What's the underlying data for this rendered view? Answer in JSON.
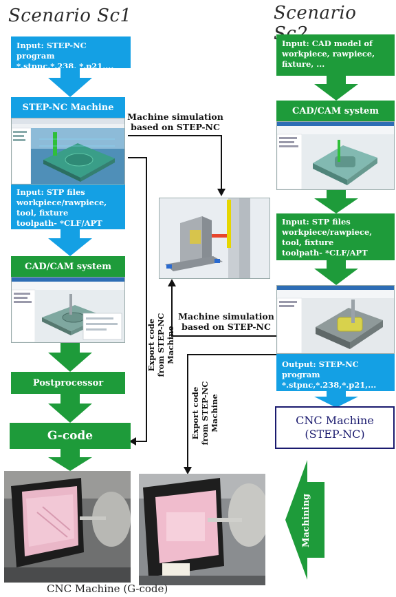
{
  "titles": {
    "sc1": "Scenario Sc1",
    "sc2": "Scenario Sc2"
  },
  "sc1": {
    "input": "Input: STEP-NC program\n*.stpnc,*.238, *.p21,...",
    "stepnc_machine": "STEP-NC Machine",
    "stp_files": "Input: STP files\nworkpiece/rawpiece,\ntool, fixture\ntoolpath- *CLF/APT",
    "cadcam": "CAD/CAM system",
    "postprocessor": "Postprocessor",
    "gcode": "G-code"
  },
  "sc2": {
    "input": "Input: CAD model of\nworkpiece, rawpiece,\nfixture, ...",
    "cadcam": "CAD/CAM system",
    "stp_files": "Input: STP files\nworkpiece/rawpiece,\ntool, fixture\ntoolpath- *CLF/APT",
    "output": "Output: STEP-NC program\n*.stpnc,*.238,*.p21,...",
    "cnc_machine": "CNC Machine\n(STEP-NC)",
    "machining": "Machining"
  },
  "annotations": {
    "sim1": "Machine simulation\nbased on STEP-NC",
    "sim2": "Machine simulation\nbased on STEP-NC",
    "export1": "Export code\nfrom STEP-NC Machine",
    "export2": "Export code\nfrom STEP-NC Machine"
  },
  "caption": "CNC Machine (G-code)",
  "colors": {
    "blue": "#14a0e4",
    "green": "#1e9b3a",
    "navy": "#1a1a6e",
    "arrow": "#111111"
  }
}
